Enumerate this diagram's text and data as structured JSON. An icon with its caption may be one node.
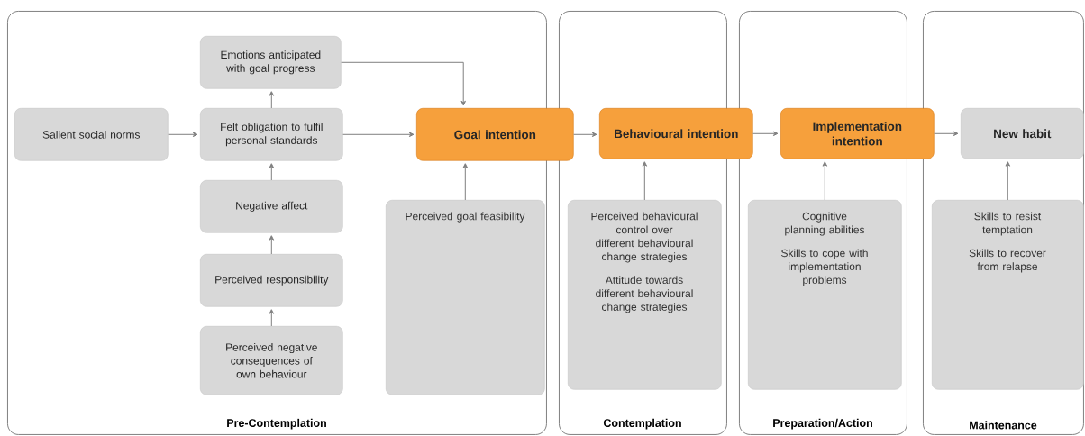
{
  "diagram": {
    "nodes": [
      {
        "text": [
          "Pre-Contemplation"
        ]
      },
      {
        "text": [
          "Salient social norms"
        ],
        "in": 0
      },
      {
        "text": [
          "Emotions anticipated with goal progress"
        ],
        "in": 0
      },
      {
        "text": [
          "Felt obligation to fulfil personal standards"
        ],
        "in": 0
      },
      {
        "text": [
          "Negative affect"
        ],
        "in": 0
      },
      {
        "text": [
          "Perceived responsibility"
        ],
        "in": 0
      },
      {
        "text": [
          "Perceived negative consequences of own behaviour"
        ],
        "in": 0
      },
      {
        "text": [
          "Perceived goal feasibility"
        ],
        "in": 0
      },
      {
        "text": [
          "Goal intention"
        ]
      },
      {
        "text": [
          "Contemplation"
        ]
      },
      {
        "text": [
          "Perceived behavioural control over different behavioural change strategies",
          "Attitude towards different behavioural change strategies"
        ],
        "in": 9
      },
      {
        "text": [
          "Behavioural intention"
        ]
      },
      {
        "text": [
          "Preparation/Action"
        ]
      },
      {
        "text": [
          "Cognitive planning abilities",
          "Skills to cope with implementation problems"
        ],
        "in": 12
      },
      {
        "text": [
          "Implementation intention"
        ]
      },
      {
        "text": [
          "Maintenance"
        ]
      },
      {
        "text": [
          "New habit"
        ],
        "in": 15
      },
      {
        "text": [
          "Skills to resist temptation",
          "Skills to recover from relapse"
        ],
        "in": 15
      }
    ],
    "edges": [
      {
        "from": 1,
        "to": 3,
        "arrow": "to"
      },
      {
        "from": 3,
        "to": 2,
        "arrow": "to"
      },
      {
        "from": 4,
        "to": 3,
        "arrow": "to"
      },
      {
        "from": 5,
        "to": 4,
        "arrow": "to"
      },
      {
        "from": 6,
        "to": 5,
        "arrow": "to"
      },
      {
        "from": 2,
        "to": 8,
        "arrow": "to"
      },
      {
        "from": 3,
        "to": 8,
        "arrow": "to"
      },
      {
        "from": 7,
        "to": 8,
        "arrow": "to"
      },
      {
        "from": 8,
        "to": 11,
        "arrow": "to"
      },
      {
        "from": 10,
        "to": 11,
        "arrow": "to"
      },
      {
        "from": 11,
        "to": 14,
        "arrow": "to"
      },
      {
        "from": 13,
        "to": 14,
        "arrow": "to"
      },
      {
        "from": 14,
        "to": 16,
        "arrow": "to"
      },
      {
        "from": 17,
        "to": 16,
        "arrow": "to"
      }
    ]
  }
}
